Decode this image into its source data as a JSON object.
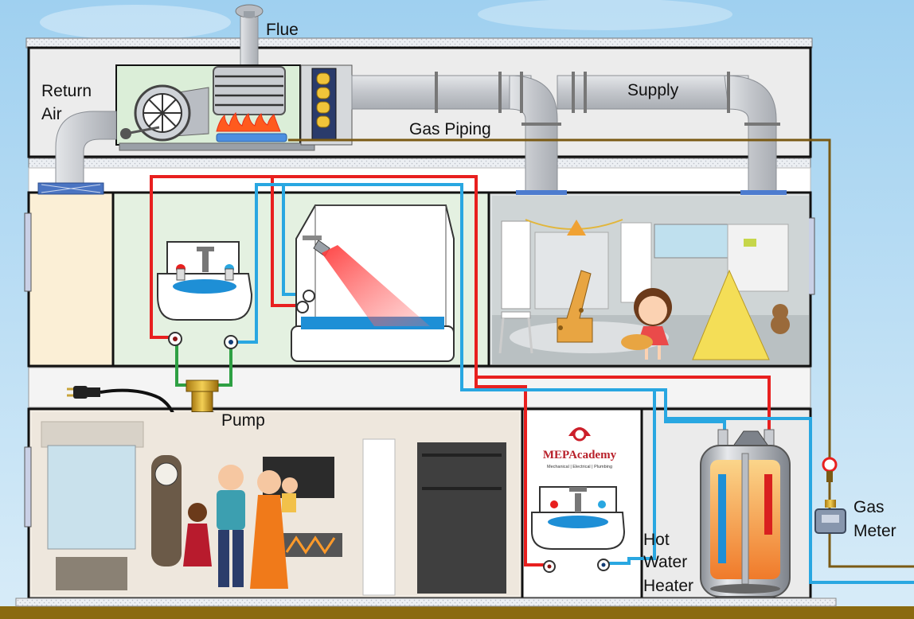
{
  "labels": {
    "flue": "Flue",
    "return_air_line1": "Return",
    "return_air_line2": "Air",
    "supply": "Supply",
    "gas_piping": "Gas Piping",
    "pump": "Pump",
    "gas_meter_line1": "Gas",
    "gas_meter_line2": "Meter",
    "hot_water_heater_line1": "Hot",
    "hot_water_heater_line2": "Water",
    "hot_water_heater_line3": "Heater"
  },
  "logo": {
    "name": "MEPAcademy",
    "tagline": "Mechanical | Electrical | Plumbing"
  },
  "colors": {
    "hot_water": "#e8201f",
    "cold_water": "#29a7e1",
    "recirculation": "#2ea043",
    "gas_pipe": "#7a5a14",
    "duct": "#c9ccd1",
    "flame": "#ff5a1e",
    "wall": "#111111",
    "ground": "#8a6a10"
  },
  "icons": [
    "furnace-blower",
    "flame",
    "shower-head",
    "power-plug",
    "pump",
    "gas-valve",
    "gas-meter",
    "water-heater",
    "sink",
    "bathtub"
  ]
}
